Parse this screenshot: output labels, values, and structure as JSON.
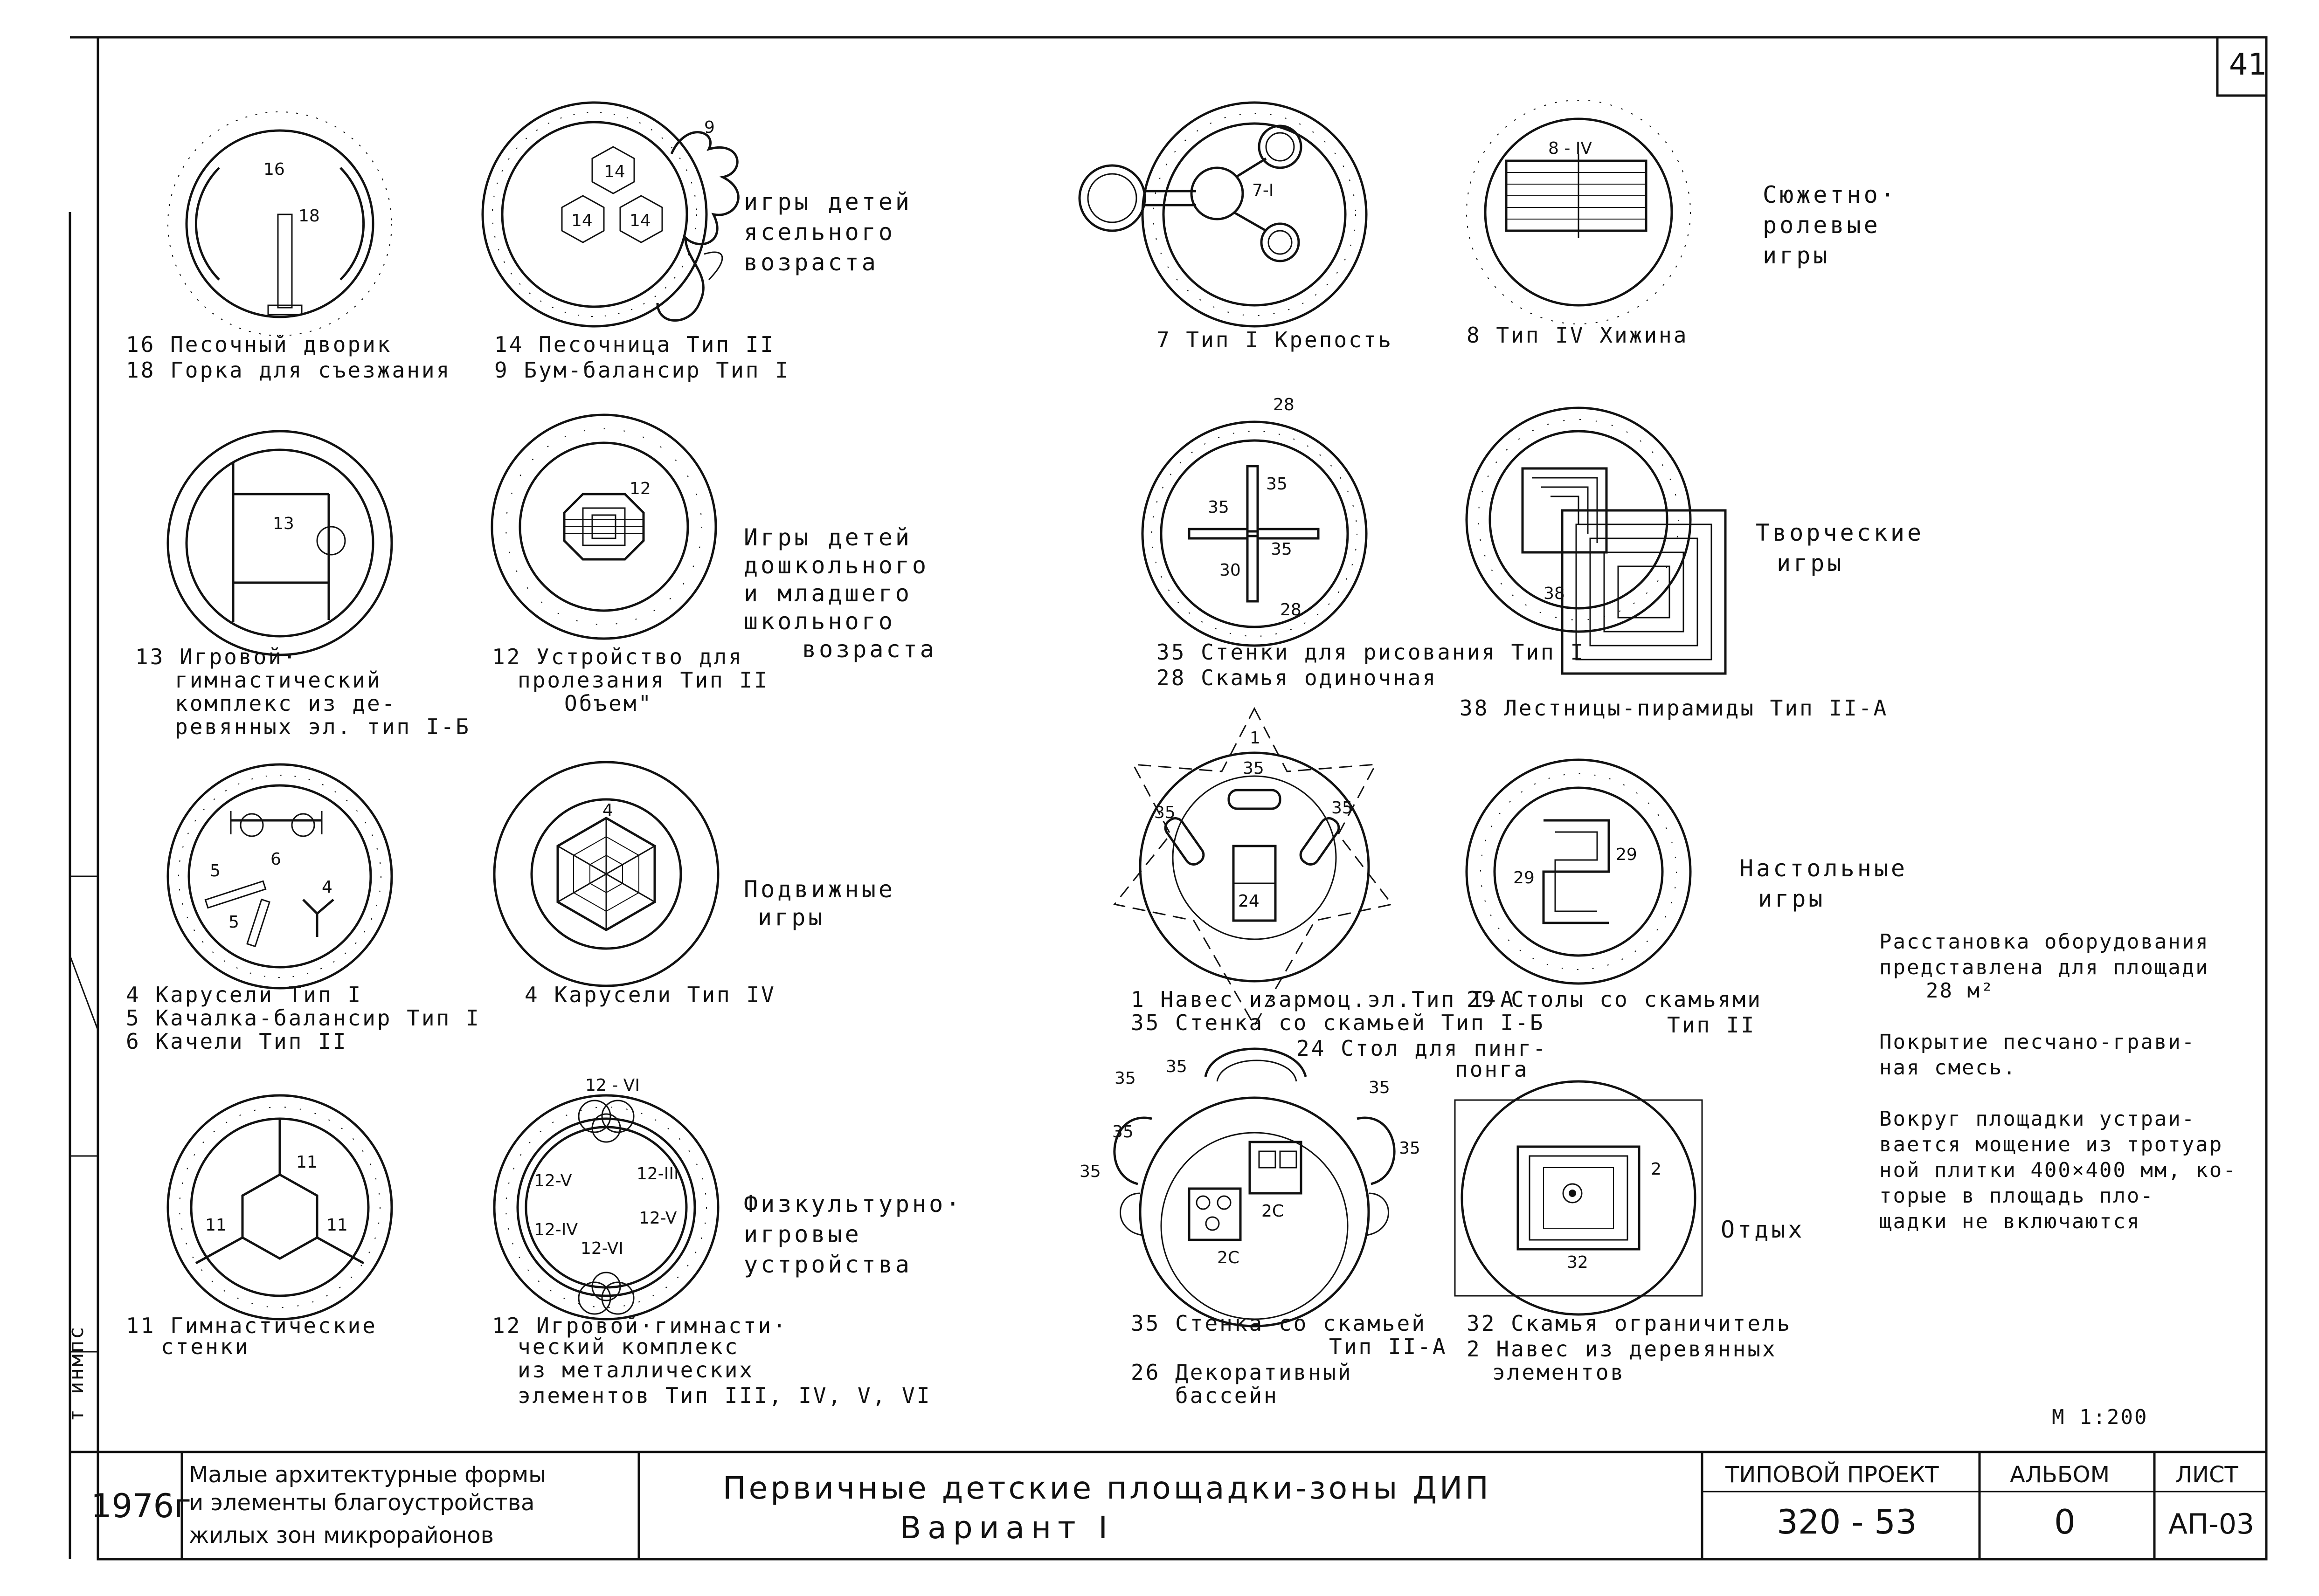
{
  "sheet": {
    "number": "41"
  },
  "plans": [
    {
      "id": "p16",
      "labels": [
        "16",
        "18"
      ],
      "caption": [
        "16 Песочный дворик",
        "18 Горка для съезжания"
      ]
    },
    {
      "id": "p14",
      "labels": [
        "14",
        "14",
        "14",
        "9"
      ],
      "caption": [
        "14 Песочница Тип II",
        "9 Бум-балансир Тип I"
      ]
    },
    {
      "id": "p7",
      "labels": [
        "7-I"
      ],
      "caption": [
        "7 Тип I Крепость"
      ]
    },
    {
      "id": "p8",
      "labels": [
        "8 - IV"
      ],
      "caption": [
        "8 Тип IV Хижина"
      ]
    },
    {
      "id": "p13",
      "labels": [
        "13"
      ],
      "caption": [
        "13 Игровой·",
        "гимнастический",
        "комплекс из де-",
        "ревянных эл. тип I-Б"
      ]
    },
    {
      "id": "p12a",
      "labels": [
        "12"
      ],
      "caption": [
        "12 Устройство для",
        "пролезания Тип II",
        "Объем\""
      ]
    },
    {
      "id": "p35a",
      "labels": [
        "28",
        "35",
        "35",
        "35",
        "30",
        "28"
      ],
      "caption": [
        "35 Стенки для рисования Тип I",
        "28 Скамья одиночная"
      ]
    },
    {
      "id": "p38",
      "labels": [
        "38"
      ],
      "caption": [
        "38 Лестницы-пирамиды Тип II-А"
      ]
    },
    {
      "id": "p4a",
      "labels": [
        "6",
        "5",
        "5",
        "4"
      ],
      "caption": [
        "4 Карусели Тип I",
        "5 Качалка-балансир Тип I",
        "6 Качели Тип II"
      ]
    },
    {
      "id": "p4b",
      "labels": [
        "4"
      ],
      "caption": [
        "4 Карусели Тип IV"
      ]
    },
    {
      "id": "p1",
      "labels": [
        "1",
        "35",
        "35",
        "35",
        "24"
      ],
      "caption": [
        "1 Навес изармоц.эл.Тип I-А",
        "35 Стенка со скамьей Тип I-Б",
        "24 Стол для пинг-",
        "понга"
      ]
    },
    {
      "id": "p29",
      "labels": [
        "29",
        "29"
      ],
      "caption": [
        "29 Столы со скамьями",
        "Тип II"
      ]
    },
    {
      "id": "p11",
      "labels": [
        "11",
        "11",
        "11"
      ],
      "caption": [
        "11 Гимнастические",
        "стенки"
      ]
    },
    {
      "id": "p12b",
      "labels": [
        "12 - VI",
        "12-V",
        "12-III",
        "12-IV",
        "12-V",
        "12-VI"
      ],
      "caption": [
        "12 Игровой·гимнасти·",
        "ческий комплекс",
        "из металлических",
        "элементов Тип III, IV, V, VI"
      ]
    },
    {
      "id": "p35b",
      "labels": [
        "35",
        "35",
        "35",
        "35",
        "35",
        "35",
        "2С",
        "2С"
      ],
      "caption": [
        "35 Стенка со скамьей",
        "Тип II-А",
        "26 Декоративный",
        "бассейн"
      ]
    },
    {
      "id": "p32",
      "labels": [
        "2",
        "32"
      ],
      "caption": [
        "32 Скамья ограничитель",
        "2 Навес из деревянных",
        "элементов"
      ]
    }
  ],
  "groups": [
    {
      "id": "g1",
      "lines": [
        "игры детей",
        "ясельного",
        "возраста"
      ]
    },
    {
      "id": "g2",
      "lines": [
        "Сюжетно·",
        "ролевые",
        "игры"
      ]
    },
    {
      "id": "g3",
      "lines": [
        "Игры детей",
        "дошкольного",
        "и младшего",
        "школьного",
        "возраста"
      ]
    },
    {
      "id": "g4",
      "lines": [
        "Творческие",
        "игры"
      ]
    },
    {
      "id": "g5",
      "lines": [
        "Подвижные",
        "игры"
      ]
    },
    {
      "id": "g6",
      "lines": [
        "Настольные",
        "игры"
      ]
    },
    {
      "id": "g7",
      "lines": [
        "Физкультурно·",
        "игровые",
        "устройства"
      ]
    },
    {
      "id": "g8",
      "lines": [
        "Отдых"
      ]
    }
  ],
  "notes": [
    "Расстановка оборудования",
    "представлена для площади",
    "28 м²",
    "Покрытие песчано-грави-",
    "ная смесь.",
    "Вокруг площадки устраи-",
    "вается мощение из тротуар",
    "ной плитки 400×400 мм, ко-",
    "торые в площадь пло-",
    "щадки не включаются"
  ],
  "scale": "М 1:200",
  "side_mark": "т инмпс",
  "title_block": {
    "year": "1976г",
    "series_title": [
      "Малые архитектурные формы",
      "и элементы благоустройства",
      "жилых зон микрорайонов"
    ],
    "sheet_title": [
      "Первичные детские площадки-зоны ДИП",
      "Вариант I"
    ],
    "project_label": "ТИПОВОЙ ПРОЕКТ",
    "project_value": "320 - 53",
    "album_label": "АЛЬБОМ",
    "album_value": "0",
    "sheet_label": "ЛИСТ",
    "sheet_value": "АП-03"
  }
}
